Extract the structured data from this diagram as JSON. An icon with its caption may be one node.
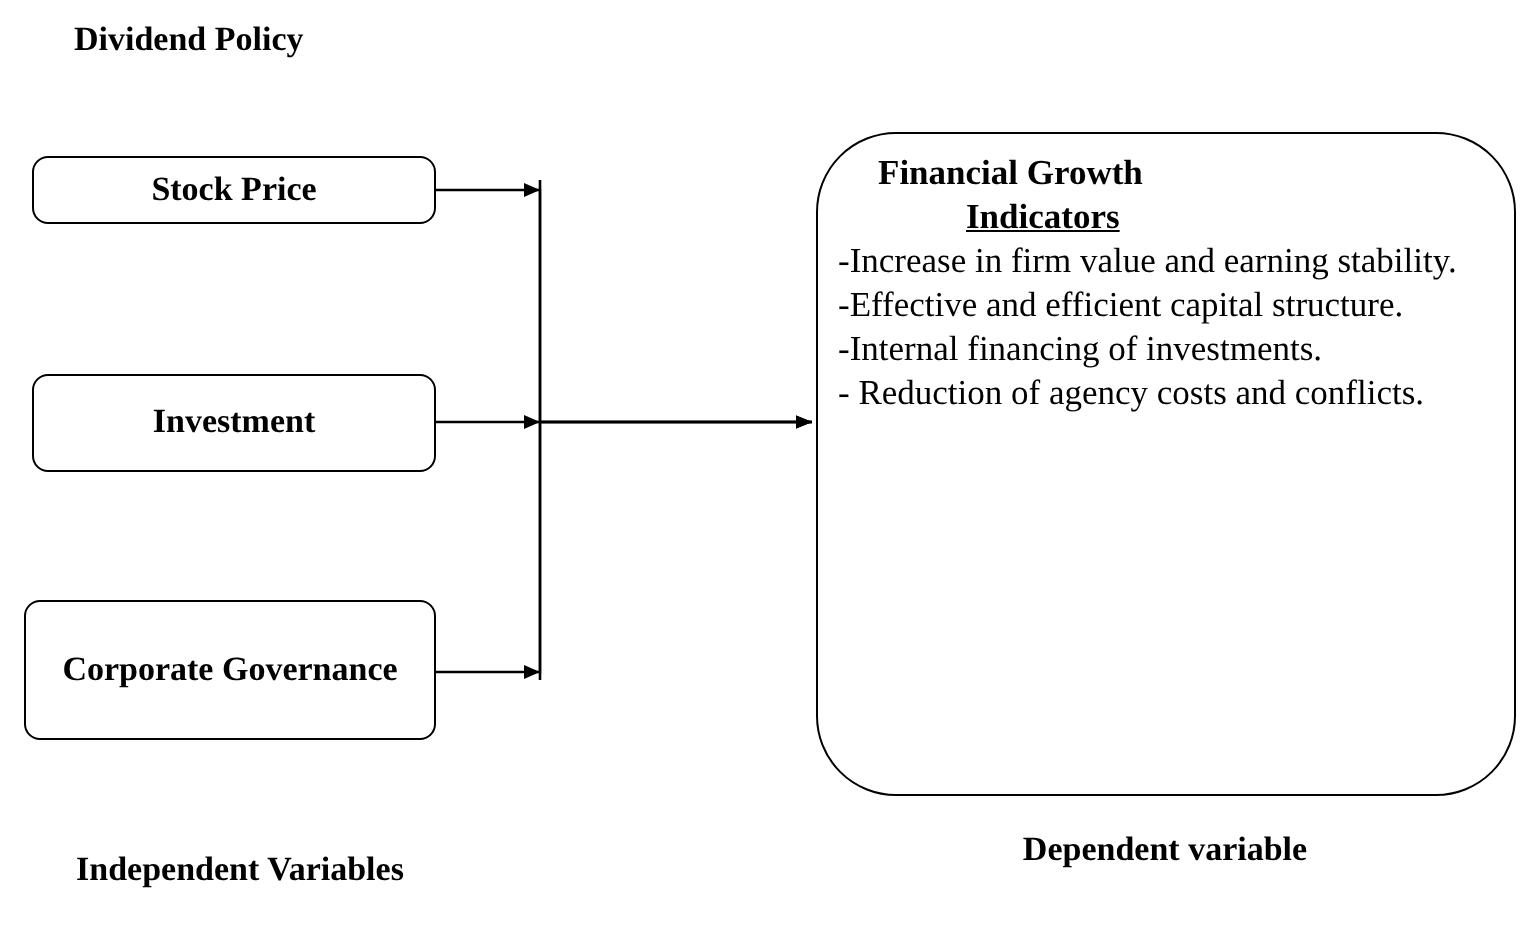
{
  "diagram": {
    "title": "Dividend Policy",
    "nodes": [
      {
        "text": [
          "Stock Price"
        ]
      },
      {
        "text": [
          "Investment"
        ]
      },
      {
        "text": [
          "Corporate Governance"
        ]
      },
      {
        "text": [
          "Financial Growth",
          "Indicators",
          "-Increase in firm value and earning stability.",
          "-Effective and efficient capital structure.",
          "-Internal financing of investments.",
          "- Reduction of agency costs and conflicts."
        ]
      }
    ],
    "edges": [
      {
        "from": 0,
        "to": 3,
        "arrow": "to"
      },
      {
        "from": 1,
        "to": 3,
        "arrow": "to"
      },
      {
        "from": 2,
        "to": 3,
        "arrow": "to"
      }
    ],
    "labels": [
      "Independent Variables",
      "Dependent variable"
    ]
  }
}
